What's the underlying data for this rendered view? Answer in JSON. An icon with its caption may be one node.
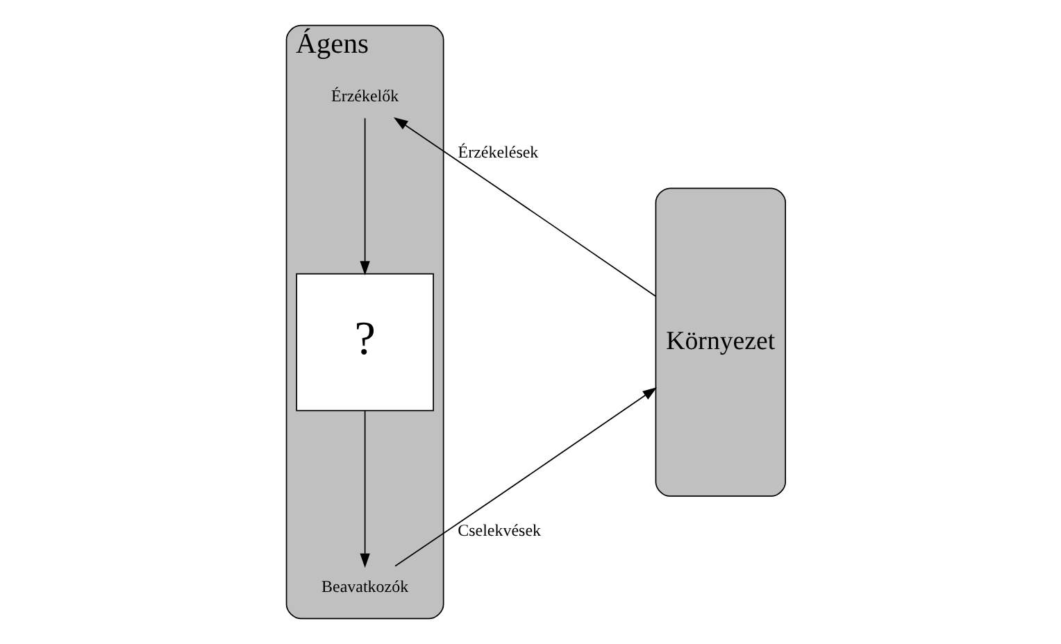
{
  "diagram": {
    "nodes": [
      {
        "text": [
          "Ágens"
        ]
      },
      {
        "text": [
          "Érzékelők"
        ],
        "in": 0
      },
      {
        "text": [
          "?"
        ],
        "in": 0
      },
      {
        "text": [
          "Beavatkozók"
        ],
        "in": 0
      },
      {
        "text": [
          "Környezet"
        ]
      }
    ],
    "edges": [
      {
        "from": 4,
        "to": 1,
        "arrow": "to",
        "label": "Érzékelések"
      },
      {
        "from": 1,
        "to": 2,
        "arrow": "to"
      },
      {
        "from": 2,
        "to": 3,
        "arrow": "to"
      },
      {
        "from": 3,
        "to": 4,
        "arrow": "to",
        "label": "Cselekvések"
      }
    ]
  }
}
